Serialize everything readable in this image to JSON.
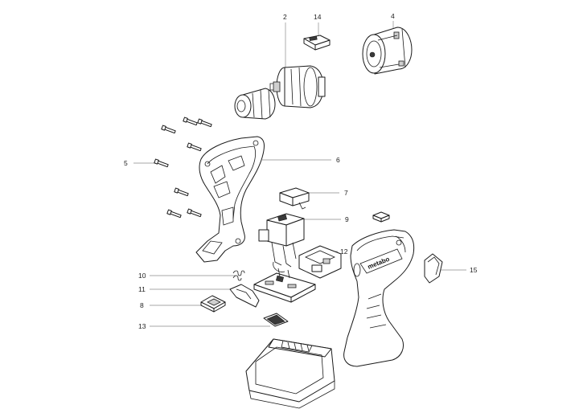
{
  "diagram": {
    "type": "exploded-parts-view",
    "brand_mark": "metabo",
    "callouts": [
      {
        "id": "c2",
        "label": "2"
      },
      {
        "id": "c4",
        "label": "4"
      },
      {
        "id": "c5",
        "label": "5"
      },
      {
        "id": "c6",
        "label": "6"
      },
      {
        "id": "c7",
        "label": "7"
      },
      {
        "id": "c8",
        "label": "8"
      },
      {
        "id": "c9",
        "label": "9"
      },
      {
        "id": "c10",
        "label": "10"
      },
      {
        "id": "c11",
        "label": "11"
      },
      {
        "id": "c12",
        "label": "12"
      },
      {
        "id": "c13",
        "label": "13"
      },
      {
        "id": "c14",
        "label": "14"
      },
      {
        "id": "c15",
        "label": "15"
      }
    ]
  }
}
